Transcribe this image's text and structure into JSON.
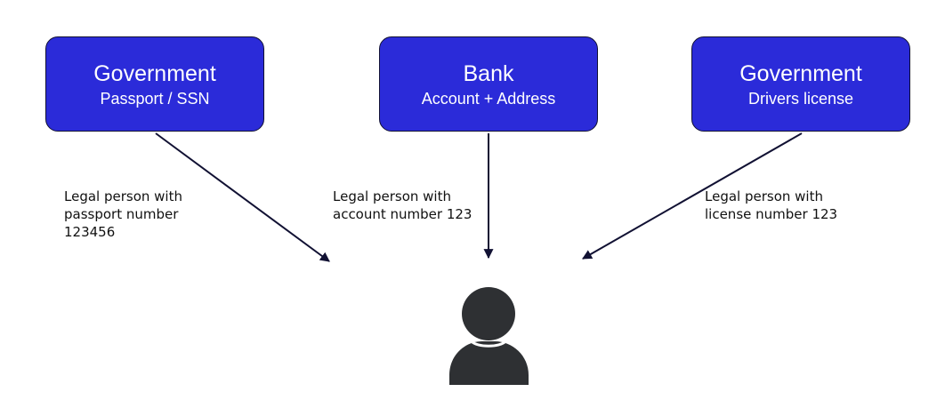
{
  "colors": {
    "box_fill": "#2b2bd9",
    "box_border": "#111133",
    "box_text": "#ffffff",
    "arrow": "#111133",
    "person_icon": "#2e3033",
    "label_text": "#111111"
  },
  "sources": [
    {
      "title": "Government",
      "subtitle": "Passport / SSN"
    },
    {
      "title": "Bank",
      "subtitle": "Account + Address"
    },
    {
      "title": "Government",
      "subtitle": "Drivers license"
    }
  ],
  "edges": [
    {
      "label": "Legal person with\npassport number\n123456"
    },
    {
      "label": "Legal person with\naccount number 123"
    },
    {
      "label": "Legal person with\nlicense number 123"
    }
  ],
  "target": {
    "icon": "person-icon"
  }
}
